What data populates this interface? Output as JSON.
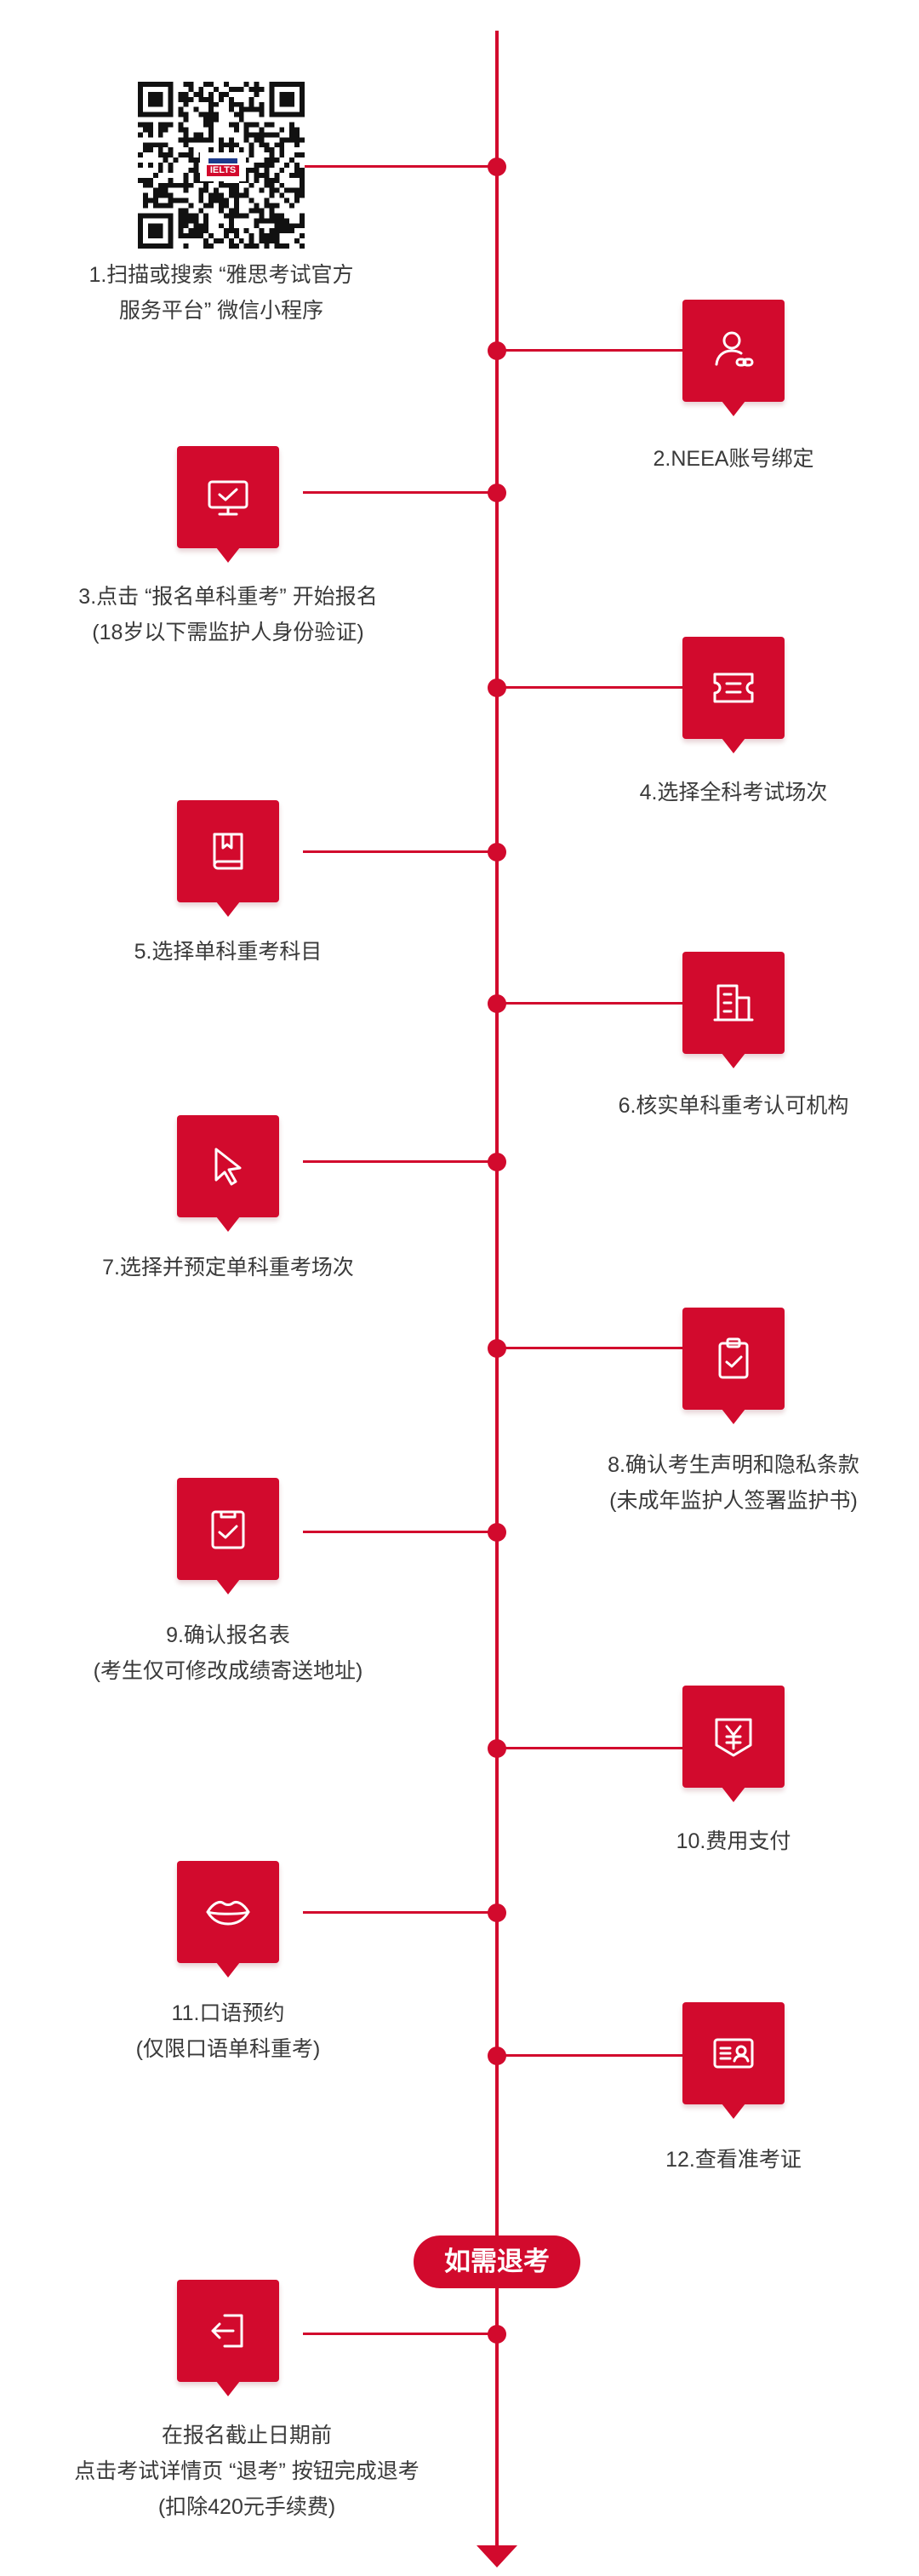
{
  "qr": {
    "logo_text": "IELTS"
  },
  "steps": [
    {
      "icon": "qr-code",
      "lines": [
        "1.扫描或搜索 “雅思考试官方",
        "服务平台” 微信小程序"
      ]
    },
    {
      "icon": "user-link-icon",
      "lines": [
        "2.NEEA账号绑定"
      ]
    },
    {
      "icon": "monitor-check-icon",
      "lines": [
        "3.点击 “报名单科重考” 开始报名",
        "(18岁以下需监护人身份验证)"
      ]
    },
    {
      "icon": "ticket-icon",
      "lines": [
        "4.选择全科考试场次"
      ]
    },
    {
      "icon": "book-icon",
      "lines": [
        "5.选择单科重考科目"
      ]
    },
    {
      "icon": "building-icon",
      "lines": [
        "6.核实单科重考认可机构"
      ]
    },
    {
      "icon": "cursor-icon",
      "lines": [
        "7.选择并预定单科重考场次"
      ]
    },
    {
      "icon": "clipboard-check-icon",
      "lines": [
        "8.确认考生声明和隐私条款",
        "(未成年监护人签署监护书)"
      ]
    },
    {
      "icon": "form-check-icon",
      "lines": [
        "9.确认报名表",
        "(考生仅可修改成绩寄送地址)"
      ]
    },
    {
      "icon": "yuan-icon",
      "lines": [
        "10.费用支付"
      ]
    },
    {
      "icon": "lips-icon",
      "lines": [
        "11.口语预约",
        "(仅限口语单科重考)"
      ]
    },
    {
      "icon": "id-card-icon",
      "lines": [
        "12.查看准考证"
      ]
    }
  ],
  "refund": {
    "pill_label": "如需退考",
    "icon": "exit-icon",
    "lines": [
      "在报名截止日期前",
      "点击考试详情页 “退考” 按钮完成退考",
      "(扣除420元手续费)"
    ]
  },
  "colors": {
    "accent": "#d20a2d",
    "text": "#3a3a3a"
  }
}
